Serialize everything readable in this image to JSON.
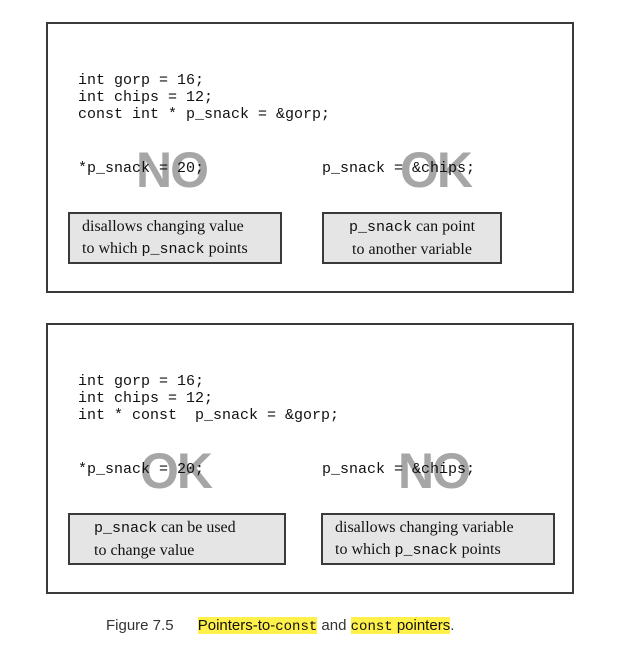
{
  "panels": [
    {
      "code": "int gorp = 16;\nint chips = 12;\nconst int * p_snack = &gorp;",
      "left_statement": "*p_snack = 20;",
      "left_verdict": "NO",
      "right_statement": "p_snack = &chips;",
      "right_verdict": "OK",
      "left_note": {
        "line1": "disallows changing value",
        "line2_pre": "to which ",
        "line2_code": "p_snack",
        "line2_post": " points"
      },
      "right_note": {
        "line1_code": "p_snack",
        "line1_post": " can point",
        "line2": "to another variable"
      }
    },
    {
      "code": "int gorp = 16;\nint chips = 12;\nint * const  p_snack = &gorp;",
      "left_statement": "*p_snack = 20;",
      "left_verdict": "OK",
      "right_statement": "p_snack = &chips;",
      "right_verdict": "NO",
      "left_note": {
        "line1_code": "p_snack",
        "line1_post": " can be used",
        "line2": "to change value"
      },
      "right_note": {
        "line1": "disallows changing variable",
        "line2_pre": "to which ",
        "line2_code": "p_snack",
        "line2_post": " points"
      }
    }
  ],
  "caption": {
    "figure_label": "Figure 7.5",
    "part1": "Pointers-to-",
    "part1_code": "const",
    "middle": " and ",
    "part2_code": "const",
    "part2": " pointers",
    "end": "."
  },
  "colors": {
    "highlight": "#fff04a",
    "watermark": "#a6a6a6",
    "note_bg": "#e5e5e5"
  }
}
